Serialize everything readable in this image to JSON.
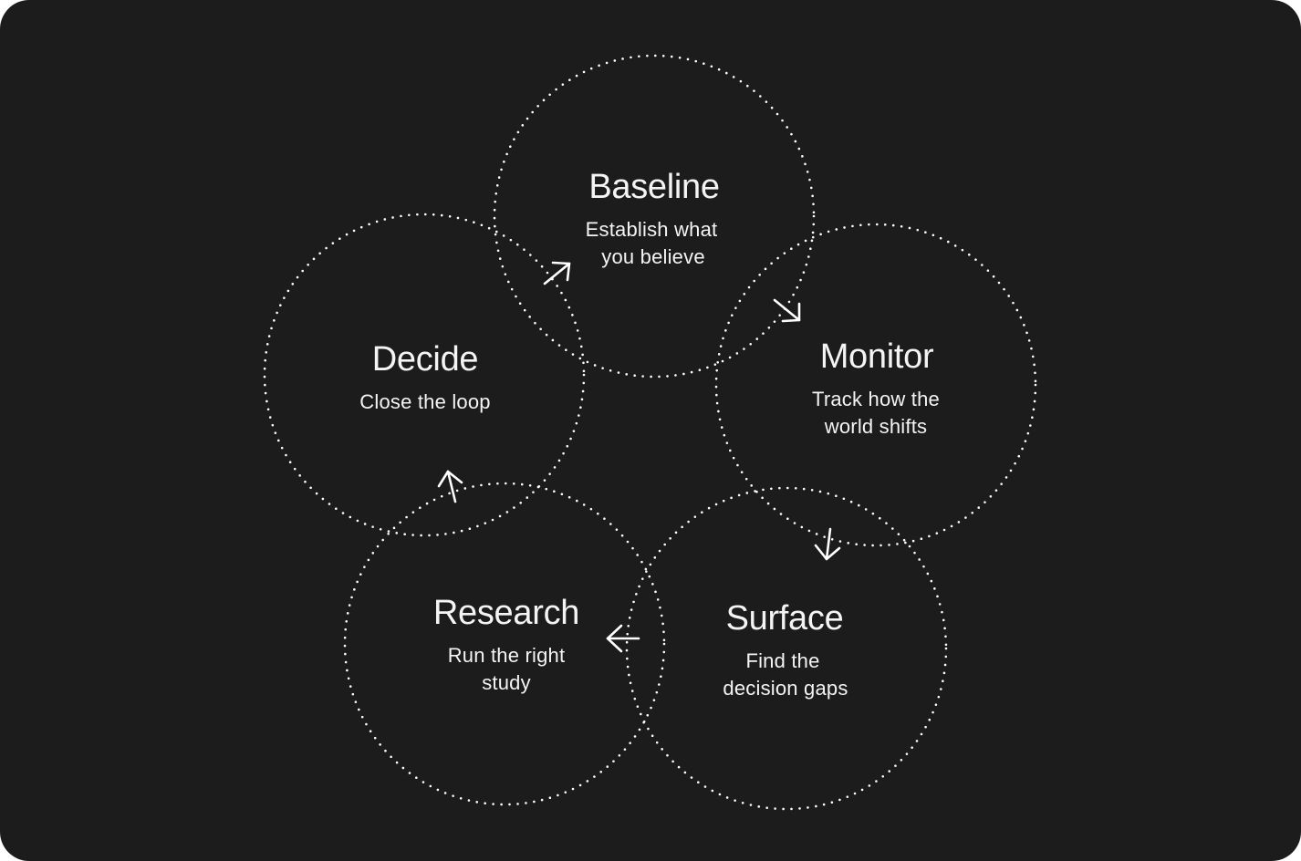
{
  "colors": {
    "background": "#1c1c1c",
    "page": "#ffffff",
    "foreground": "#ffffff"
  },
  "cycle": [
    {
      "id": "baseline",
      "title": "Baseline",
      "description": [
        "Establish what",
        "you believe"
      ]
    },
    {
      "id": "monitor",
      "title": "Monitor",
      "description": [
        "Track how the",
        "world shifts"
      ]
    },
    {
      "id": "surface",
      "title": "Surface",
      "description": [
        "Find the",
        "decision gaps"
      ]
    },
    {
      "id": "research",
      "title": "Research",
      "description": [
        "Run the right",
        "study"
      ]
    },
    {
      "id": "decide",
      "title": "Decide",
      "description": [
        "Close the loop"
      ]
    }
  ],
  "arrows": [
    {
      "from": "decide",
      "to": "baseline",
      "icon": "arrow-up-right-icon"
    },
    {
      "from": "baseline",
      "to": "monitor",
      "icon": "arrow-down-right-icon"
    },
    {
      "from": "monitor",
      "to": "surface",
      "icon": "arrow-down-icon"
    },
    {
      "from": "surface",
      "to": "research",
      "icon": "arrow-left-icon"
    },
    {
      "from": "research",
      "to": "decide",
      "icon": "arrow-up-icon"
    }
  ]
}
